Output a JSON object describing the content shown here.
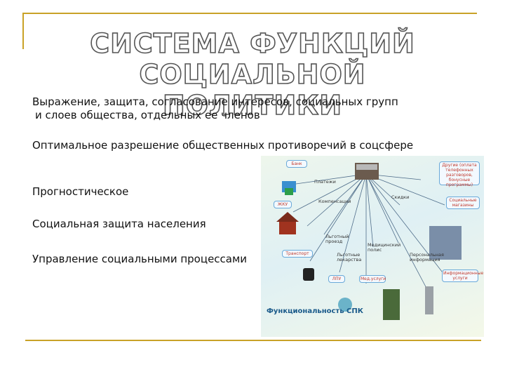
{
  "title": {
    "line1": "СИСТЕМА ФУНКЦИЙ СОЦИАЛЬНОЙ",
    "line2": "ПОЛИТИКИ"
  },
  "items": [
    {
      "line1": "Выражение, защита, согласование интересов, социальных групп",
      "line2": "и слоев общества, отдельных ее членов"
    },
    {
      "line1": "Оптимальное разрешение общественных противоречий в соцсфере"
    },
    {
      "line1": "Прогностическое"
    },
    {
      "line1": "Социальная защита населения"
    },
    {
      "line1": "Управление социальными процессами"
    }
  ],
  "diagram": {
    "labels": {
      "bank": "Банк",
      "payments": "Платежи",
      "zhku": "ЖКУ",
      "compensation": "Компенсации",
      "benefit_travel": "Льготный проезд",
      "transport": "Транспорт",
      "benefit_meds": "Льготные лекарства",
      "med_policy": "Медицинский полис",
      "lpu": "ЛПУ",
      "med_services": "Мед.услуги",
      "personal_info": "Персональная информация",
      "discounts": "Скидки",
      "other": "Другие (оплата телефонных разговоров, бонусные программы)",
      "social_shops": "Социальные магазины",
      "info_services": "Информационные услуги",
      "function_title": "Функциональность СПК"
    }
  },
  "colors": {
    "frame": "#c9a227",
    "title_stroke": "#555555",
    "box_border": "#6aa9d8",
    "box_text": "#c0392b"
  }
}
